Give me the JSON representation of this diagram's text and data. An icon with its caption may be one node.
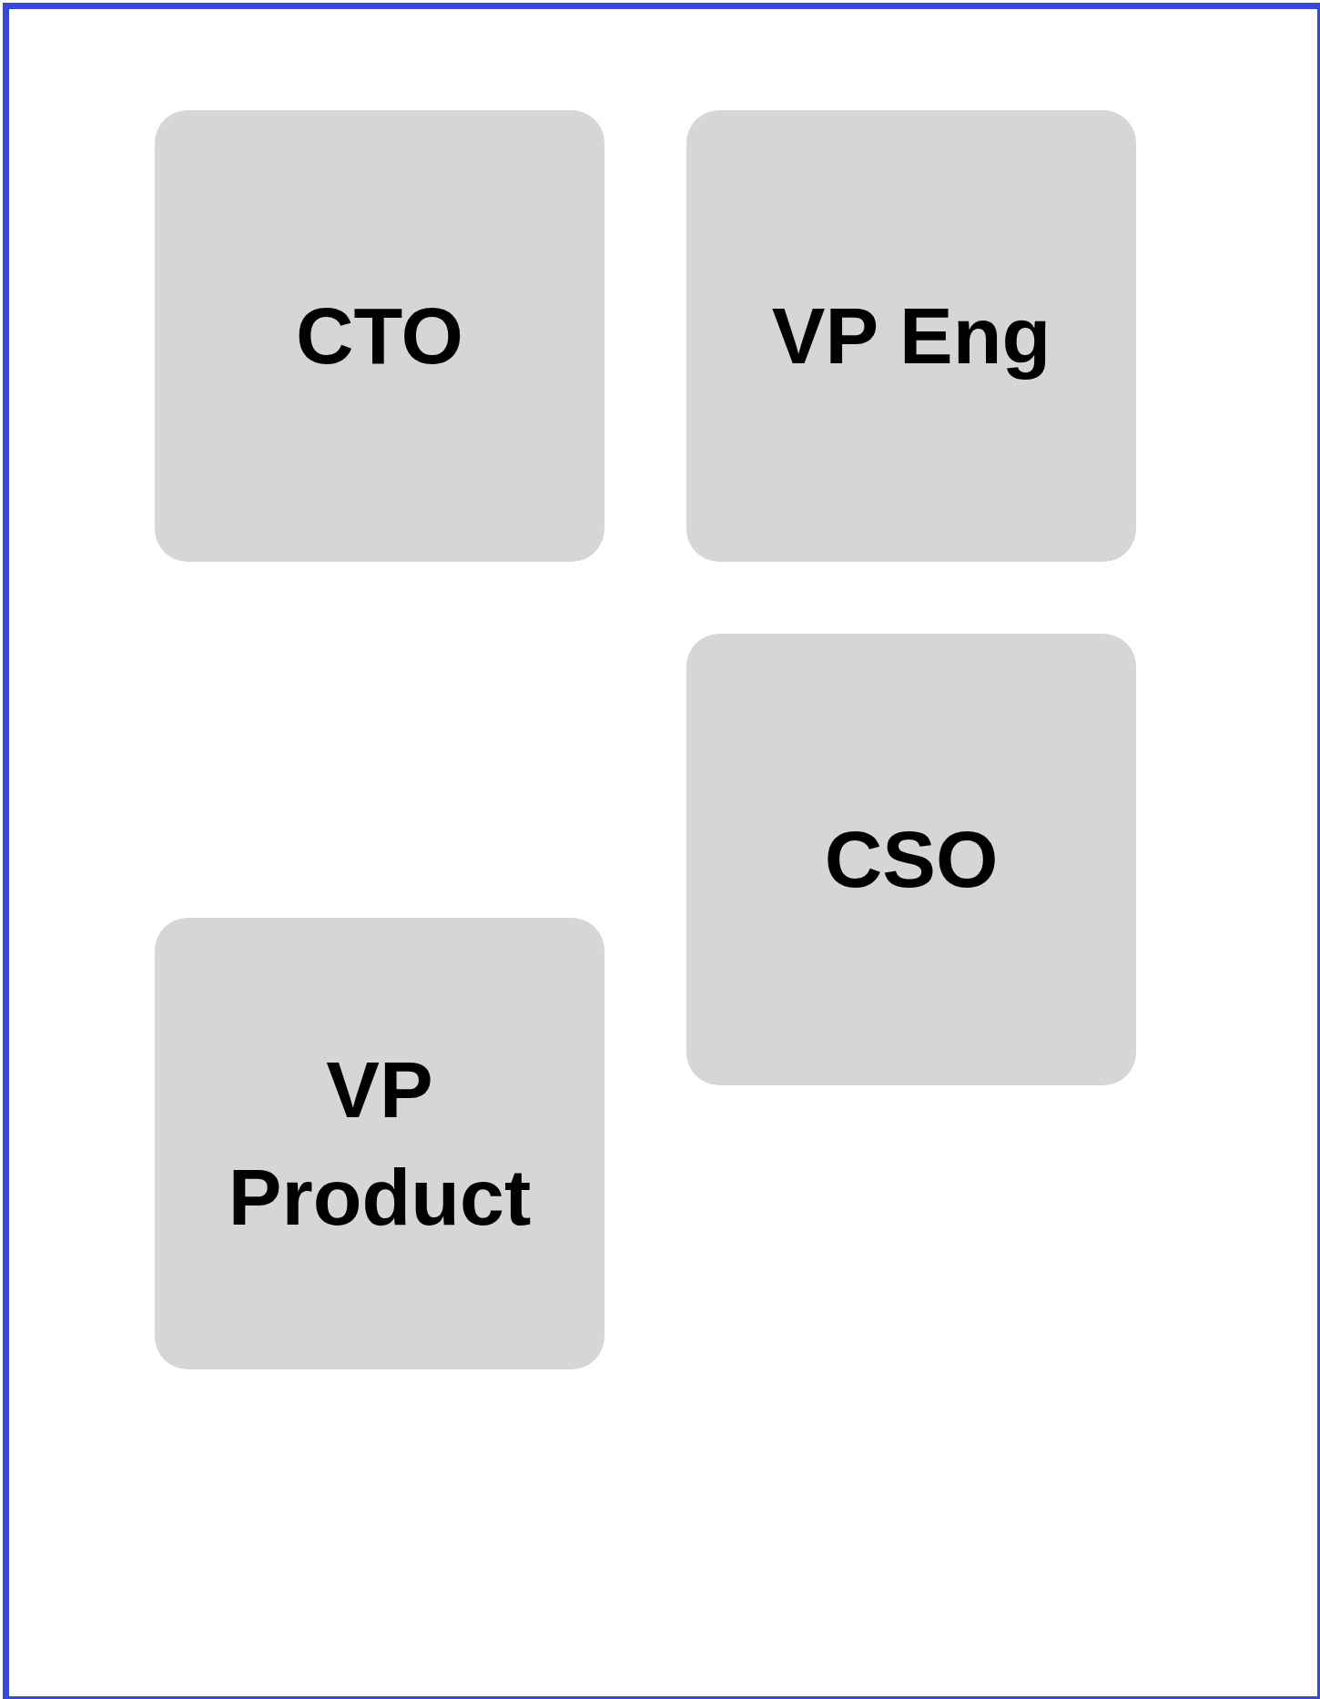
{
  "diagram": {
    "nodes": [
      {
        "text": [
          "CTO"
        ]
      },
      {
        "text": [
          "VP Eng"
        ]
      },
      {
        "text": [
          "CSO"
        ]
      },
      {
        "text": [
          "VP Product"
        ]
      }
    ],
    "edges": []
  }
}
